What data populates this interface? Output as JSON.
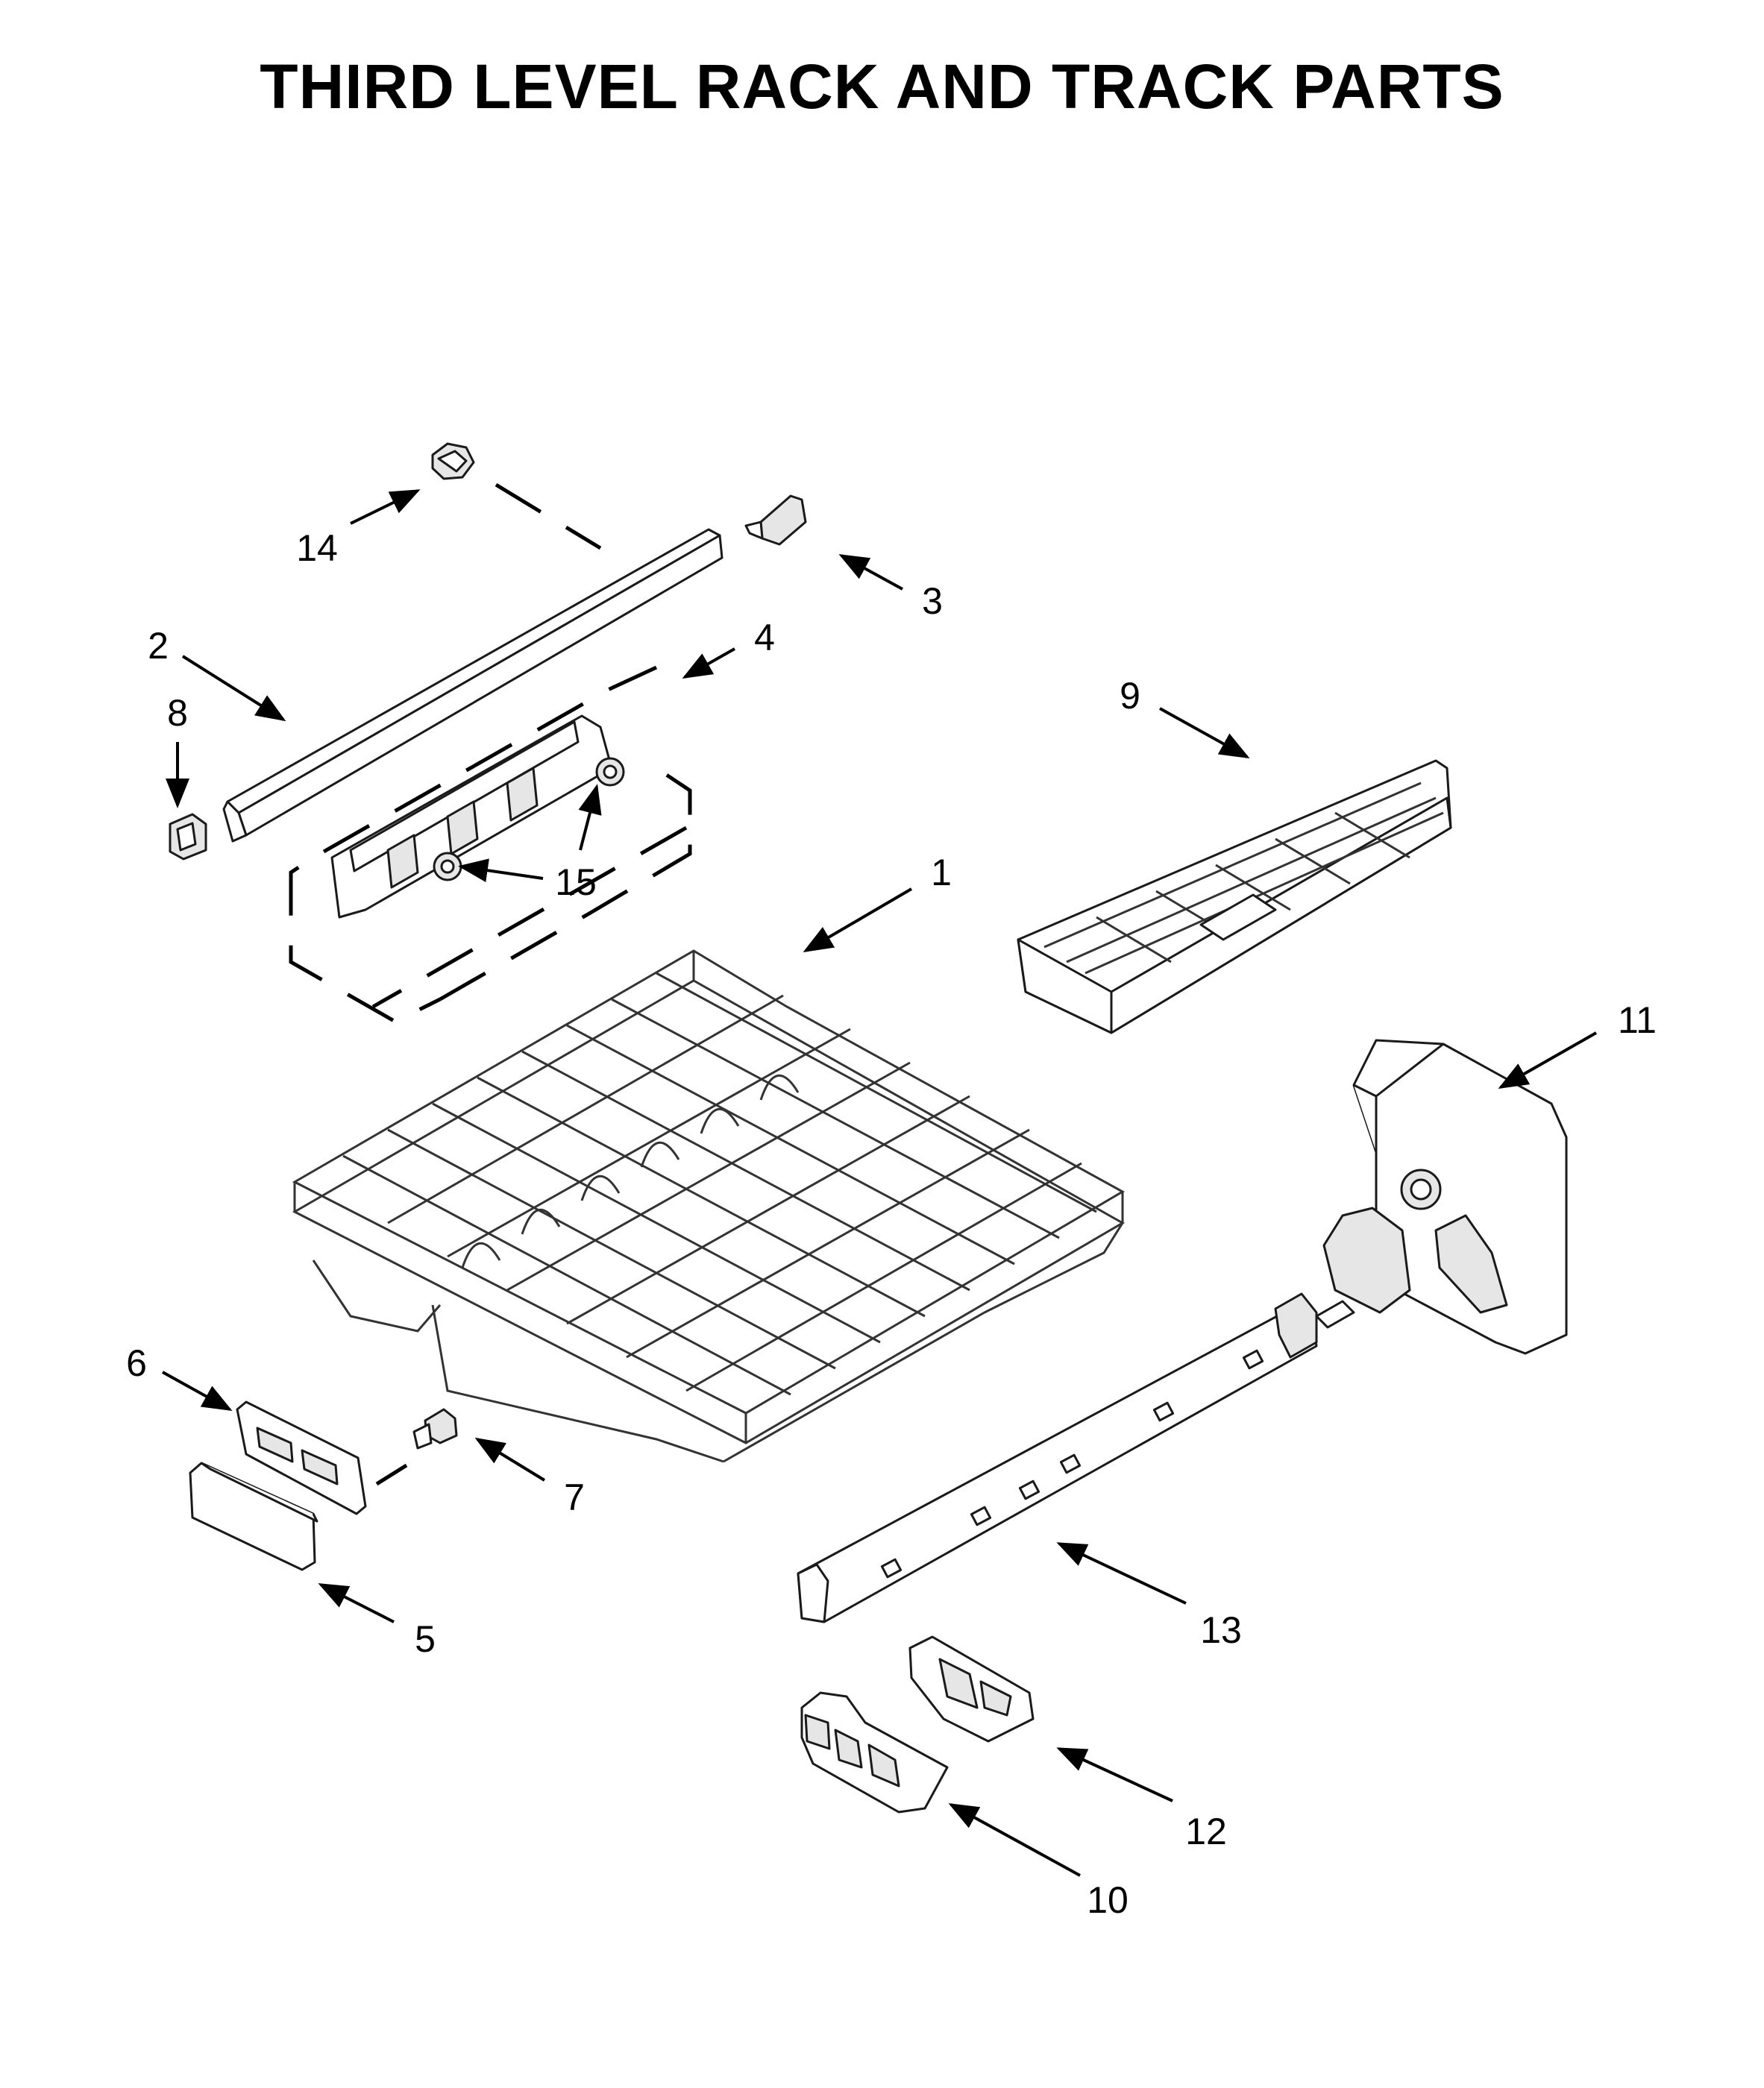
{
  "title": "THIRD LEVEL RACK AND TRACK PARTS",
  "callouts": {
    "c1": "1",
    "c2": "2",
    "c3": "3",
    "c4": "4",
    "c5": "5",
    "c6": "6",
    "c7": "7",
    "c8": "8",
    "c9": "9",
    "c10": "10",
    "c11": "11",
    "c12": "12",
    "c13": "13",
    "c14": "14",
    "c15": "15"
  }
}
